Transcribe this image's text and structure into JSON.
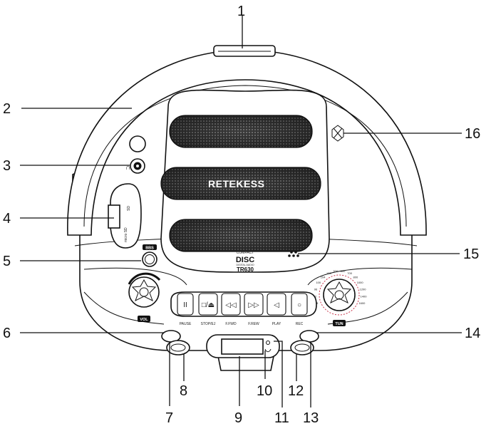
{
  "device": {
    "brand": "RETEKESS",
    "model": "TR630",
    "cd_logo_top": "COMPACT",
    "cd_logo_main": "DISC",
    "cd_logo_bottom": "DIGITAL AUDIO",
    "sd_label": "SD",
    "micro_sd_label": "micro SD",
    "bbs_label": "BBS",
    "vol_label": "VOL",
    "tun_label": "TUN"
  },
  "buttons": [
    {
      "label": "PAUSE",
      "glyph": "II"
    },
    {
      "label": "STOP/EJ",
      "glyph": "□/⏏"
    },
    {
      "label": "F.FWD",
      "glyph": "◁◁"
    },
    {
      "label": "F.REW",
      "glyph": "▷▷"
    },
    {
      "label": "PLAY",
      "glyph": "◁"
    },
    {
      "label": "REC",
      "glyph": "○"
    }
  ],
  "dial_ticks": [
    "88",
    "92",
    "96",
    "100",
    "104",
    "108",
    "530",
    "600",
    "700",
    "800",
    "1000",
    "1200",
    "1400",
    "1600"
  ],
  "callouts": {
    "n1": "1",
    "n2": "2",
    "n3": "3",
    "n4": "4",
    "n5": "5",
    "n6": "6",
    "n7": "7",
    "n8": "8",
    "n9": "9",
    "n10": "10",
    "n11": "11",
    "n12": "12",
    "n13": "13",
    "n14": "14",
    "n15": "15",
    "n16": "16"
  }
}
